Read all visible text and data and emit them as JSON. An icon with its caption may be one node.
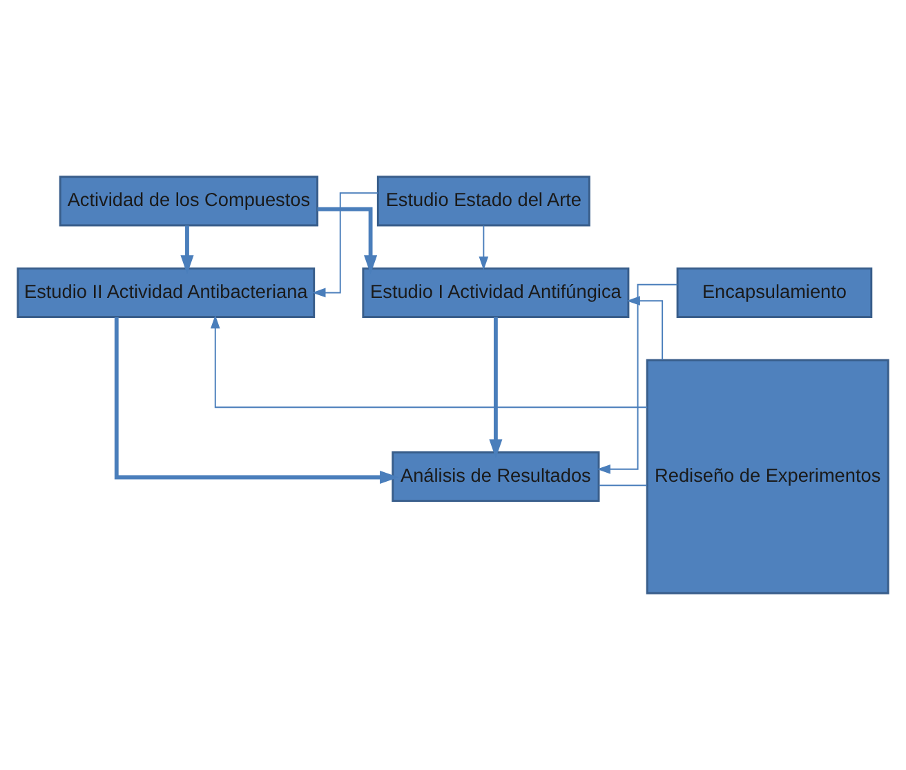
{
  "diagram": {
    "nodes": [
      {
        "text": [
          "Actividad de los Compuestos"
        ]
      },
      {
        "text": [
          "Estudio Estado del Arte"
        ]
      },
      {
        "text": [
          "Estudio I Actividad Antifúngica"
        ]
      },
      {
        "text": [
          "Estudio II Actividad Antibacteriana"
        ]
      },
      {
        "text": [
          "Encapsulamiento"
        ]
      },
      {
        "text": [
          "Análisis de Resultados"
        ]
      },
      {
        "text": [
          "Rediseño de Experimentos"
        ]
      }
    ],
    "edges": [
      {
        "from": 0,
        "to": 2,
        "arrow": "to",
        "style": "thick"
      },
      {
        "from": 0,
        "to": 3,
        "arrow": "to",
        "style": "thick"
      },
      {
        "from": 1,
        "to": 2,
        "arrow": "to"
      },
      {
        "from": 1,
        "to": 3,
        "arrow": "to"
      },
      {
        "from": 6,
        "to": 2,
        "arrow": "to"
      },
      {
        "from": 6,
        "to": 3,
        "arrow": "to"
      },
      {
        "from": 2,
        "to": 5,
        "arrow": "to",
        "style": "thick"
      },
      {
        "from": 3,
        "to": 5,
        "arrow": "to",
        "style": "thick"
      },
      {
        "from": 4,
        "to": 5,
        "arrow": "to"
      },
      {
        "from": 5,
        "to": 6,
        "arrow": "none"
      }
    ]
  }
}
